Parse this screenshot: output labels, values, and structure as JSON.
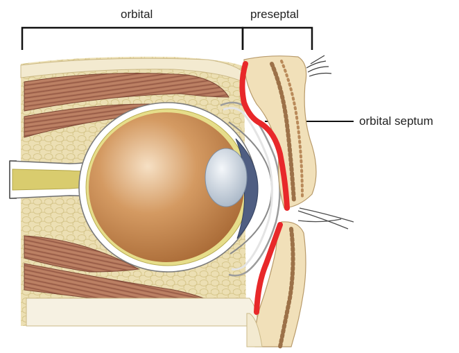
{
  "labels": {
    "orbital": "orbital",
    "preseptal": "preseptal",
    "orbital_septum": "orbital septum"
  },
  "colors": {
    "fat": "#e9dcae",
    "fat_bubble": "#d9c98e",
    "muscle": "#b0735a",
    "muscle_stripe": "#8f5240",
    "globe": "#c98c52",
    "globe_highlight": "#f6e0c4",
    "septum_red": "#e8282a",
    "skin": "#efdcb8",
    "dermis_dots": "#9c7148",
    "sclera": "#ffffff",
    "optic_nerve": "#d6c96a",
    "lens": "#c9d3de",
    "iris": "#4e5c7f"
  }
}
